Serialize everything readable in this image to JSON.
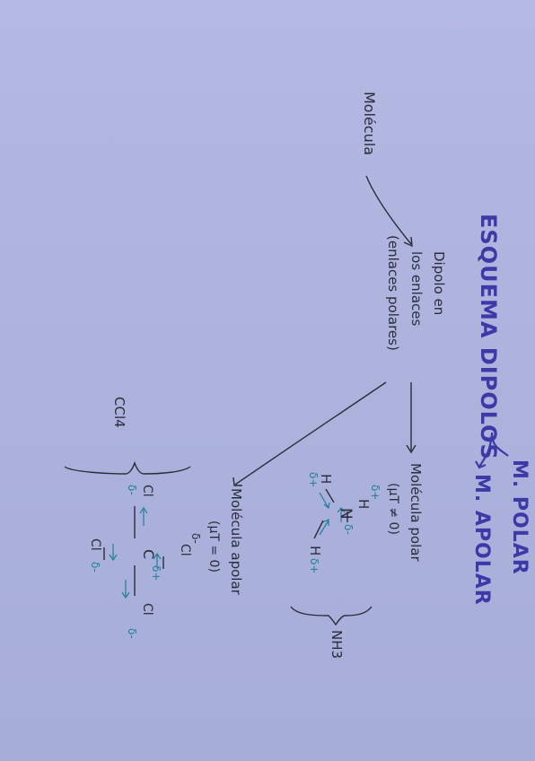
{
  "title": {
    "main": "ESQUEMA DIPOLOS",
    "polar": "M. POLAR",
    "apolar": "M. APOLAR"
  },
  "root": {
    "label": "Molécula"
  },
  "dipolo": {
    "line1": "Dipolo en",
    "line2": "los enlaces",
    "line3": "(enlaces polares)"
  },
  "polar_branch": {
    "line1": "Molécula polar",
    "line2": "(μT ≠ 0)",
    "example": "NH3",
    "atoms": {
      "h_top": "H",
      "h_left": "H",
      "n": "N",
      "h_right": "H"
    },
    "charges": {
      "h_top": "δ+",
      "h_left": "δ+",
      "h_right": "δ+",
      "n": "δ-"
    }
  },
  "apolar_branch": {
    "line1": "Molécula apolar",
    "line2": "(μT = 0)",
    "example": "CCl4",
    "atoms": {
      "c": "C",
      "cl_top": "Cl",
      "cl_left": "Cl",
      "cl_right": "Cl",
      "cl_bottom": "Cl"
    },
    "charges": {
      "cl_top": "δ-",
      "cl_left": "δ-",
      "cl_right": "δ-",
      "cl_bottom": "δ-",
      "c": "δ+"
    }
  },
  "colors": {
    "paper": "#adb3dd",
    "ink": "#2b2c3a",
    "title_ink": "#3d3aa8",
    "teal_ink": "#1f7f96"
  }
}
